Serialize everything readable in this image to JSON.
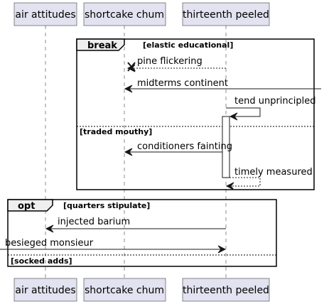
{
  "participants": [
    "air attitudes",
    "shortcake chum",
    "thirteenth peeled"
  ],
  "fragments": {
    "break": {
      "kind": "break",
      "condition": "[elastic educational]"
    },
    "break_else": {
      "condition": "[traded mouthy]"
    },
    "opt": {
      "kind": "opt",
      "condition": "[quarters stipulate]"
    },
    "opt_else": {
      "condition": "[socked adds]"
    }
  },
  "messages": [
    {
      "label": "pine flickering"
    },
    {
      "label": "midterms continent"
    },
    {
      "label": "tend unprincipled"
    },
    {
      "label": "conditioners fainting"
    },
    {
      "label": "timely measured"
    },
    {
      "label": "injected barium"
    },
    {
      "label": "besieged monsieur"
    }
  ]
}
